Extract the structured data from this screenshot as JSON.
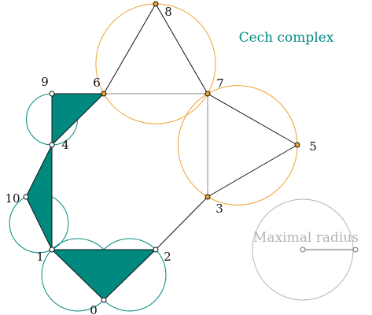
{
  "title": "Cech complex",
  "radius_label": "Maximal radius",
  "colors": {
    "teal": "#00897f",
    "orange": "#f0a030",
    "gray": "#b5b5b5",
    "edge": "#111111",
    "node_orange": "#f0a030",
    "node_white": "#ffffff"
  },
  "nodes": [
    {
      "id": "0",
      "label": "0"
    },
    {
      "id": "1",
      "label": "1"
    },
    {
      "id": "2",
      "label": "2"
    },
    {
      "id": "3",
      "label": "3"
    },
    {
      "id": "4",
      "label": "4"
    },
    {
      "id": "5",
      "label": "5"
    },
    {
      "id": "6",
      "label": "6"
    },
    {
      "id": "7",
      "label": "7"
    },
    {
      "id": "8",
      "label": "8"
    },
    {
      "id": "9",
      "label": "9"
    },
    {
      "id": "10",
      "label": "10"
    }
  ],
  "edges": [
    [
      "0",
      "1"
    ],
    [
      "0",
      "2"
    ],
    [
      "1",
      "2"
    ],
    [
      "1",
      "4"
    ],
    [
      "1",
      "10"
    ],
    [
      "4",
      "10"
    ],
    [
      "4",
      "6"
    ],
    [
      "4",
      "9"
    ],
    [
      "6",
      "9"
    ],
    [
      "2",
      "3"
    ],
    [
      "3",
      "7"
    ],
    [
      "3",
      "5"
    ],
    [
      "5",
      "7"
    ],
    [
      "6",
      "7"
    ],
    [
      "6",
      "8"
    ],
    [
      "7",
      "8"
    ]
  ],
  "filled_triangles": [
    [
      "0",
      "1",
      "2"
    ],
    [
      "1",
      "4",
      "10"
    ],
    [
      "4",
      "6",
      "9"
    ]
  ],
  "teal_circle_pairs": [
    [
      "0",
      "1"
    ],
    [
      "1",
      "10"
    ],
    [
      "4",
      "9"
    ]
  ],
  "orange_circle_sets": [
    [
      "6",
      "7",
      "8"
    ],
    [
      "3",
      "5",
      "7"
    ]
  ],
  "orange_nodes": [
    "3",
    "5",
    "6",
    "7",
    "8"
  ]
}
